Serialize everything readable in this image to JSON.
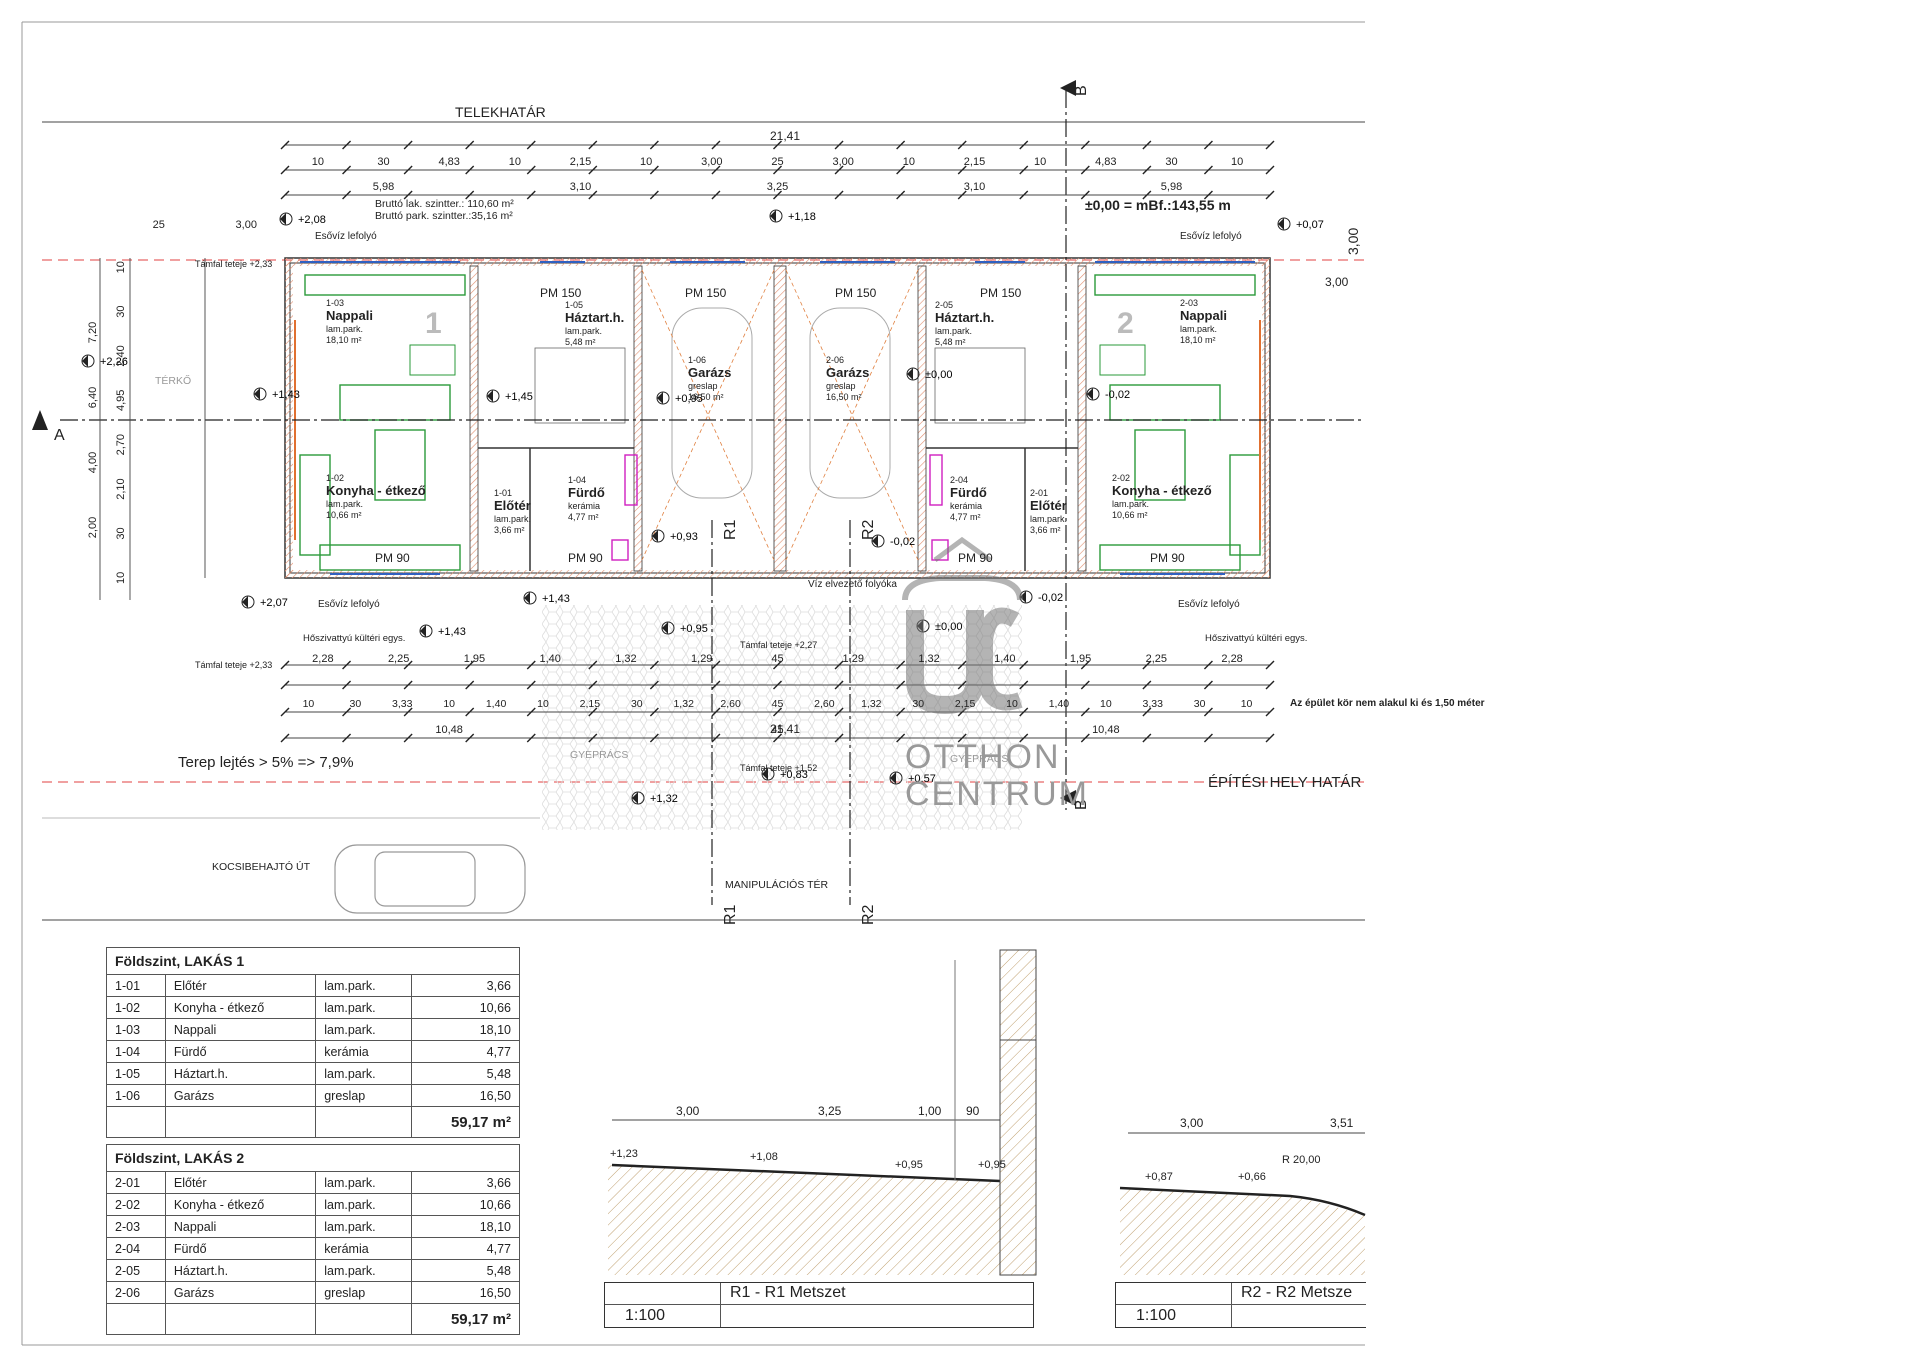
{
  "plan": {
    "telekhatar": "TELEKHATÁR",
    "epitesi_hely": "ÉPÍTÉSI HELY HATÁR",
    "brutto_lak": "Bruttó lak. szintter.: 110,60 m²",
    "brutto_park": "Bruttó park. szintter.:35,16 m²",
    "zero_level": "±0,00 = mBf.:143,55 m",
    "terep": "Terep lejtés > 5% => 7,9%",
    "gyepracs": "GYEPRÁCS",
    "terko": "TÉRKŐ",
    "kocsibehajto": "KOCSIBEHAJTÓ ÚT",
    "manipulacios": "MANIPULÁCIÓS TÉR",
    "viz_elvezeto": "Víz elvezető folyóka",
    "esoviz": "Esővíz lefolyó",
    "hoszivattyu": "Hőszivattyú kültéri egys.",
    "tamfal_233": "Támfal teteje +2,33",
    "tamfal_227": "Támfal teteje +2,27",
    "tamfal_152": "Támfal teteje +1,52",
    "note_right": "Az épület kör nem alakul ki és 1,50 méter",
    "unit1_badge": "1",
    "unit2_badge": "2",
    "axes": {
      "A": "A",
      "B": "B",
      "R1": "R1",
      "R2": "R2"
    },
    "logo": {
      "line1": "OTTHON",
      "line2": "CENTRUM"
    }
  },
  "rooms": [
    {
      "id": "1-03",
      "name": "Nappali",
      "floor": "lam.park.",
      "area": "18,10 m²"
    },
    {
      "id": "1-02",
      "name": "Konyha - étkező",
      "floor": "lam.park.",
      "area": "10,66 m²"
    },
    {
      "id": "1-01",
      "name": "Előtér",
      "floor": "lam.park.",
      "area": "3,66 m²"
    },
    {
      "id": "1-04",
      "name": "Fürdő",
      "floor": "kerámia",
      "area": "4,77 m²"
    },
    {
      "id": "1-05",
      "name": "Háztart.h.",
      "floor": "lam.park.",
      "area": "5,48 m²"
    },
    {
      "id": "1-06",
      "name": "Garázs",
      "floor": "greslap",
      "area": "16,50 m²"
    },
    {
      "id": "2-06",
      "name": "Garázs",
      "floor": "greslap",
      "area": "16,50 m²"
    },
    {
      "id": "2-05",
      "name": "Háztart.h.",
      "floor": "lam.park.",
      "area": "5,48 m²"
    },
    {
      "id": "2-04",
      "name": "Fürdő",
      "floor": "kerámia",
      "area": "4,77 m²"
    },
    {
      "id": "2-01",
      "name": "Előtér",
      "floor": "lam.park.",
      "area": "3,66 m²"
    },
    {
      "id": "2-02",
      "name": "Konyha - étkező",
      "floor": "lam.park.",
      "area": "10,66 m²"
    },
    {
      "id": "2-03",
      "name": "Nappali",
      "floor": "lam.park.",
      "area": "18,10 m²"
    }
  ],
  "windows": {
    "pm150": "PM 150",
    "pm90": "PM 90"
  },
  "dims": {
    "total": "21,41",
    "row1": [
      "10",
      "30",
      "4,83",
      "10",
      "2,15",
      "10",
      "3,00",
      "25",
      "3,00",
      "10",
      "2,15",
      "10",
      "4,83",
      "30",
      "10"
    ],
    "row2": [
      "5,98",
      "3,10",
      "3,25",
      "3,10",
      "5,98"
    ],
    "bottom1": [
      "10",
      "30",
      "3,33",
      "10",
      "1,40",
      "10",
      "2,15",
      "30",
      "1,32",
      "2,60",
      "45",
      "2,60",
      "1,32",
      "30",
      "2,15",
      "10",
      "1,40",
      "10",
      "3,33",
      "30",
      "10"
    ],
    "bottom_half": [
      "10,48",
      "45",
      "10,48"
    ],
    "bottom_row0": [
      "2,28",
      "2,25",
      "1,95",
      "1,40",
      "1,32",
      "1,29",
      "45",
      "1,29",
      "1,32",
      "1,40",
      "1,95",
      "2,25",
      "2,28"
    ],
    "left": [
      "10",
      "30",
      "2,40",
      "4,95",
      "2,70",
      "2,10",
      "30",
      "10"
    ],
    "left2": [
      "7,20",
      "6,40",
      "4,00",
      "2,00"
    ],
    "top_left": [
      "25",
      "3,00"
    ],
    "right_top": "3,00",
    "right_vert": "3,00"
  },
  "levels": [
    "+2,08",
    "+1,18",
    "+0,07",
    "+2,26",
    "+1,43",
    "+1,45",
    "+0,95",
    "±0,00",
    "-0,02",
    "+2,07",
    "+1,43",
    "+0,95",
    "+0,93",
    "-0,02",
    "+1,43",
    "±0,00",
    "-0,02",
    "+0,83",
    "+0,57",
    "+1,32"
  ],
  "tables": [
    {
      "title": "Földszint, LAKÁS 1",
      "rows": [
        [
          "1-01",
          "Előtér",
          "lam.park.",
          "3,66"
        ],
        [
          "1-02",
          "Konyha - étkező",
          "lam.park.",
          "10,66"
        ],
        [
          "1-03",
          "Nappali",
          "lam.park.",
          "18,10"
        ],
        [
          "1-04",
          "Fürdő",
          "kerámia",
          "4,77"
        ],
        [
          "1-05",
          "Háztart.h.",
          "lam.park.",
          "5,48"
        ],
        [
          "1-06",
          "Garázs",
          "greslap",
          "16,50"
        ]
      ],
      "total": "59,17 m²"
    },
    {
      "title": "Földszint, LAKÁS 2",
      "rows": [
        [
          "2-01",
          "Előtér",
          "lam.park.",
          "3,66"
        ],
        [
          "2-02",
          "Konyha - étkező",
          "lam.park.",
          "10,66"
        ],
        [
          "2-03",
          "Nappali",
          "lam.park.",
          "18,10"
        ],
        [
          "2-04",
          "Fürdő",
          "kerámia",
          "4,77"
        ],
        [
          "2-05",
          "Háztart.h.",
          "lam.park.",
          "5,48"
        ],
        [
          "2-06",
          "Garázs",
          "greslap",
          "16,50"
        ]
      ],
      "total": "59,17 m²"
    }
  ],
  "section1": {
    "title": "R1  - R1 Metszet",
    "scale": "1:100",
    "dims": [
      "3,00",
      "3,25",
      "1,00",
      "90"
    ],
    "levels": [
      "+1,23",
      "+1,08",
      "+0,95",
      "+0,95"
    ]
  },
  "section2": {
    "title": "R2  - R2 Metsze",
    "scale": "1:100",
    "dims": [
      "3,00",
      "3,51"
    ],
    "levels": [
      "+0,87",
      "+0,66"
    ],
    "radius": "R 20,00"
  },
  "colors": {
    "wall": "#e8a080",
    "green": "#2a9a3a",
    "orange": "#e07030",
    "magenta": "#d020c0",
    "blue": "#3050d0",
    "red_dash": "#e04040"
  }
}
